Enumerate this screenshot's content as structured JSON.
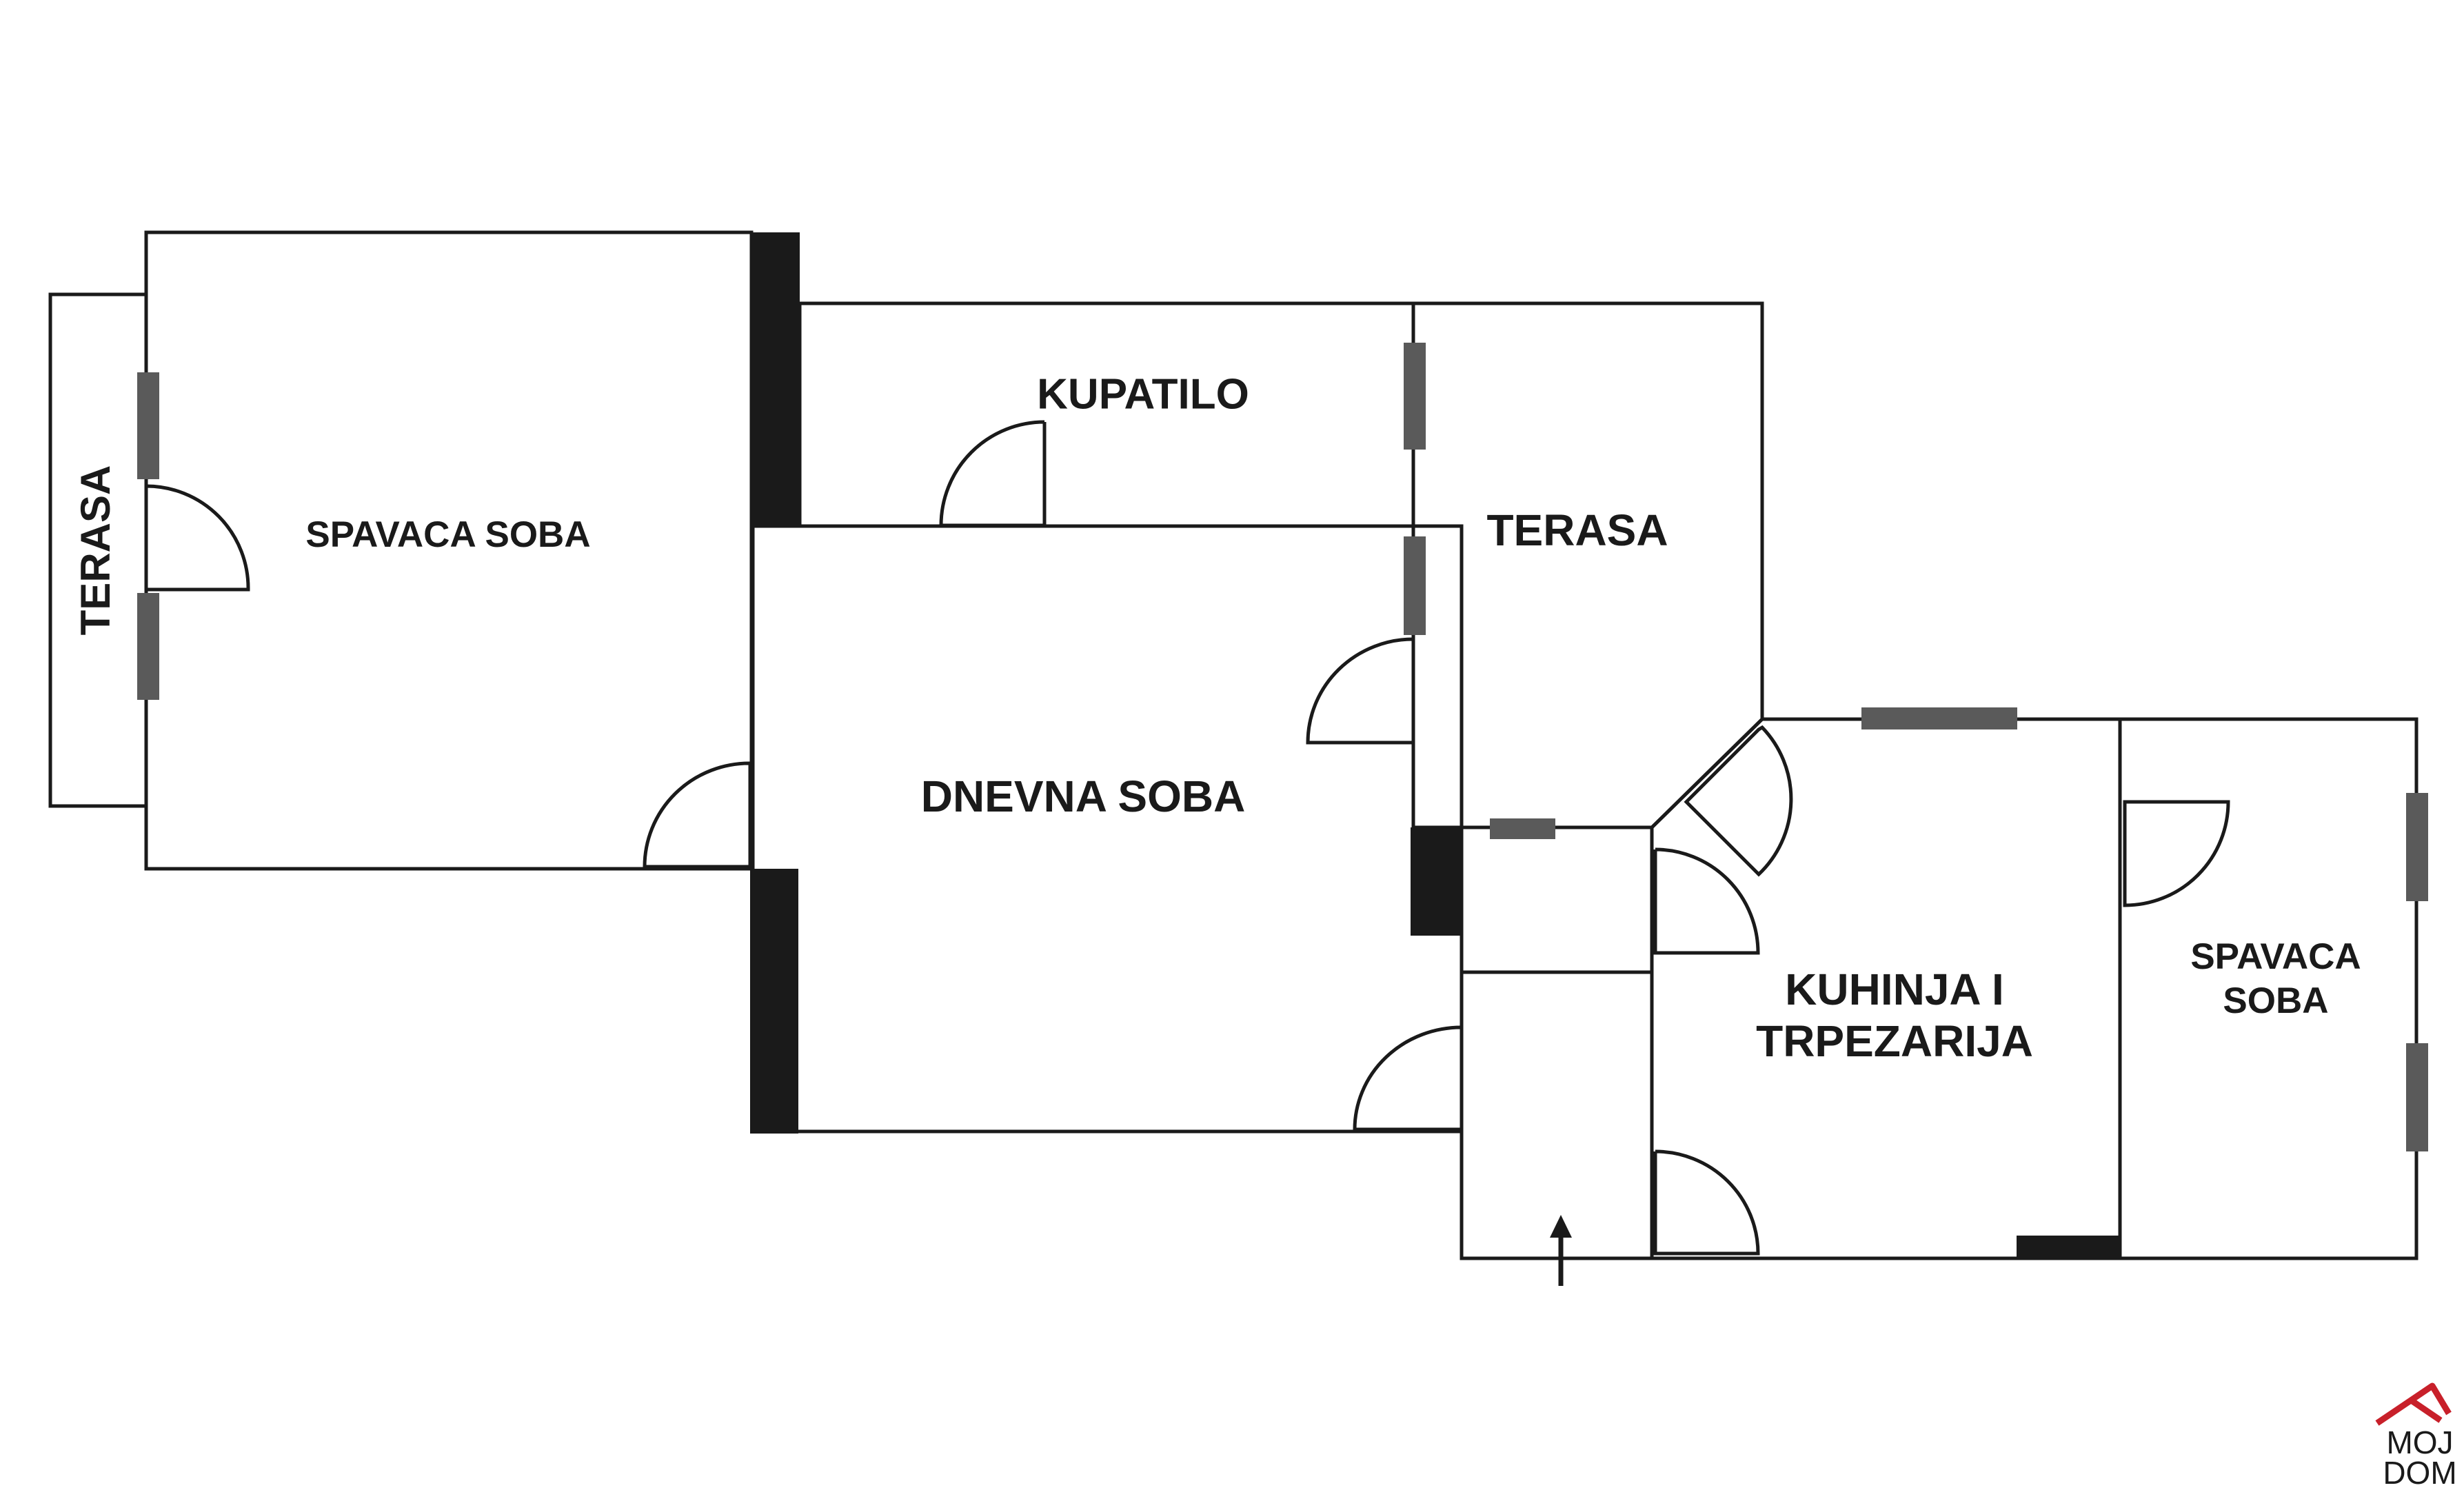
{
  "rooms": {
    "terasa_left": "TERASA",
    "spavaca_soba_left": "SPAVACA SOBA",
    "kupatilo": "KUPATILO",
    "terasa_middle": "TERASA",
    "dnevna_soba": "DNEVNA SOBA",
    "kuhinja_line1": "KUHINJA I",
    "kuhinja_line2": "TRPEZARIJA",
    "spavaca_soba_right_line1": "SPAVACA",
    "spavaca_soba_right_line2": "SOBA"
  },
  "logo": {
    "line1": "MOJ",
    "line2": "DOM",
    "accent_color": "#c8202a"
  },
  "colors": {
    "wall": "#1a1a1a",
    "window": "#5a5a5a",
    "background": "#ffffff"
  }
}
